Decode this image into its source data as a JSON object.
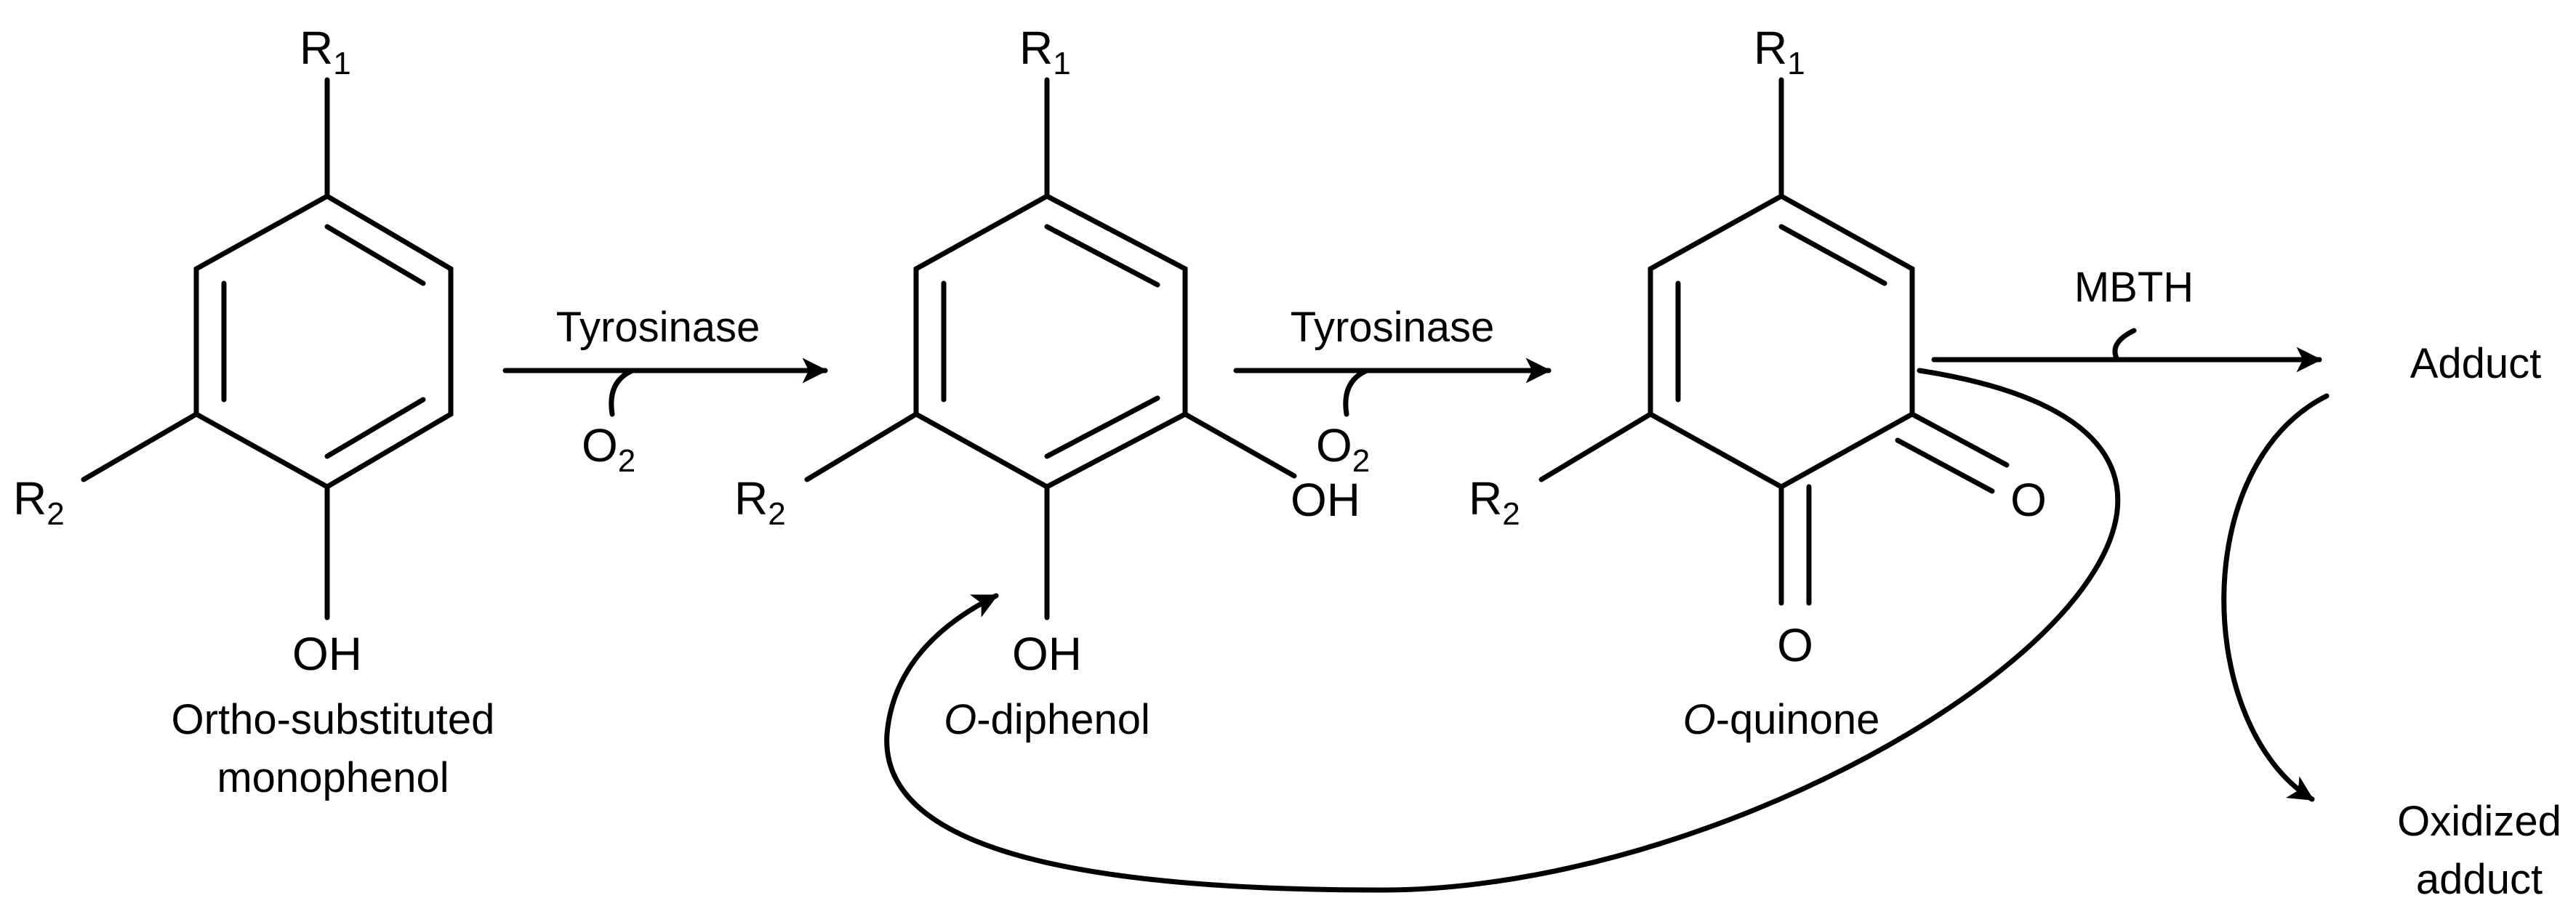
{
  "labels": {
    "r1": "R",
    "r1_sub": "1",
    "r2": "R",
    "r2_sub": "2",
    "oh": "OH",
    "o": "O",
    "o2": "O",
    "o2_sub": "2",
    "tyrosinase": "Tyrosinase",
    "mbth": "MBTH",
    "adduct": "Adduct",
    "oxidized_line1": "Oxidized",
    "oxidized_line2": "adduct"
  },
  "compounds": {
    "monophenol_line1": "Ortho-substituted",
    "monophenol_line2": "monophenol",
    "diphenol_prefix": "O",
    "diphenol_suffix": "-diphenol",
    "quinone_prefix": "O",
    "quinone_suffix": "-quinone"
  }
}
